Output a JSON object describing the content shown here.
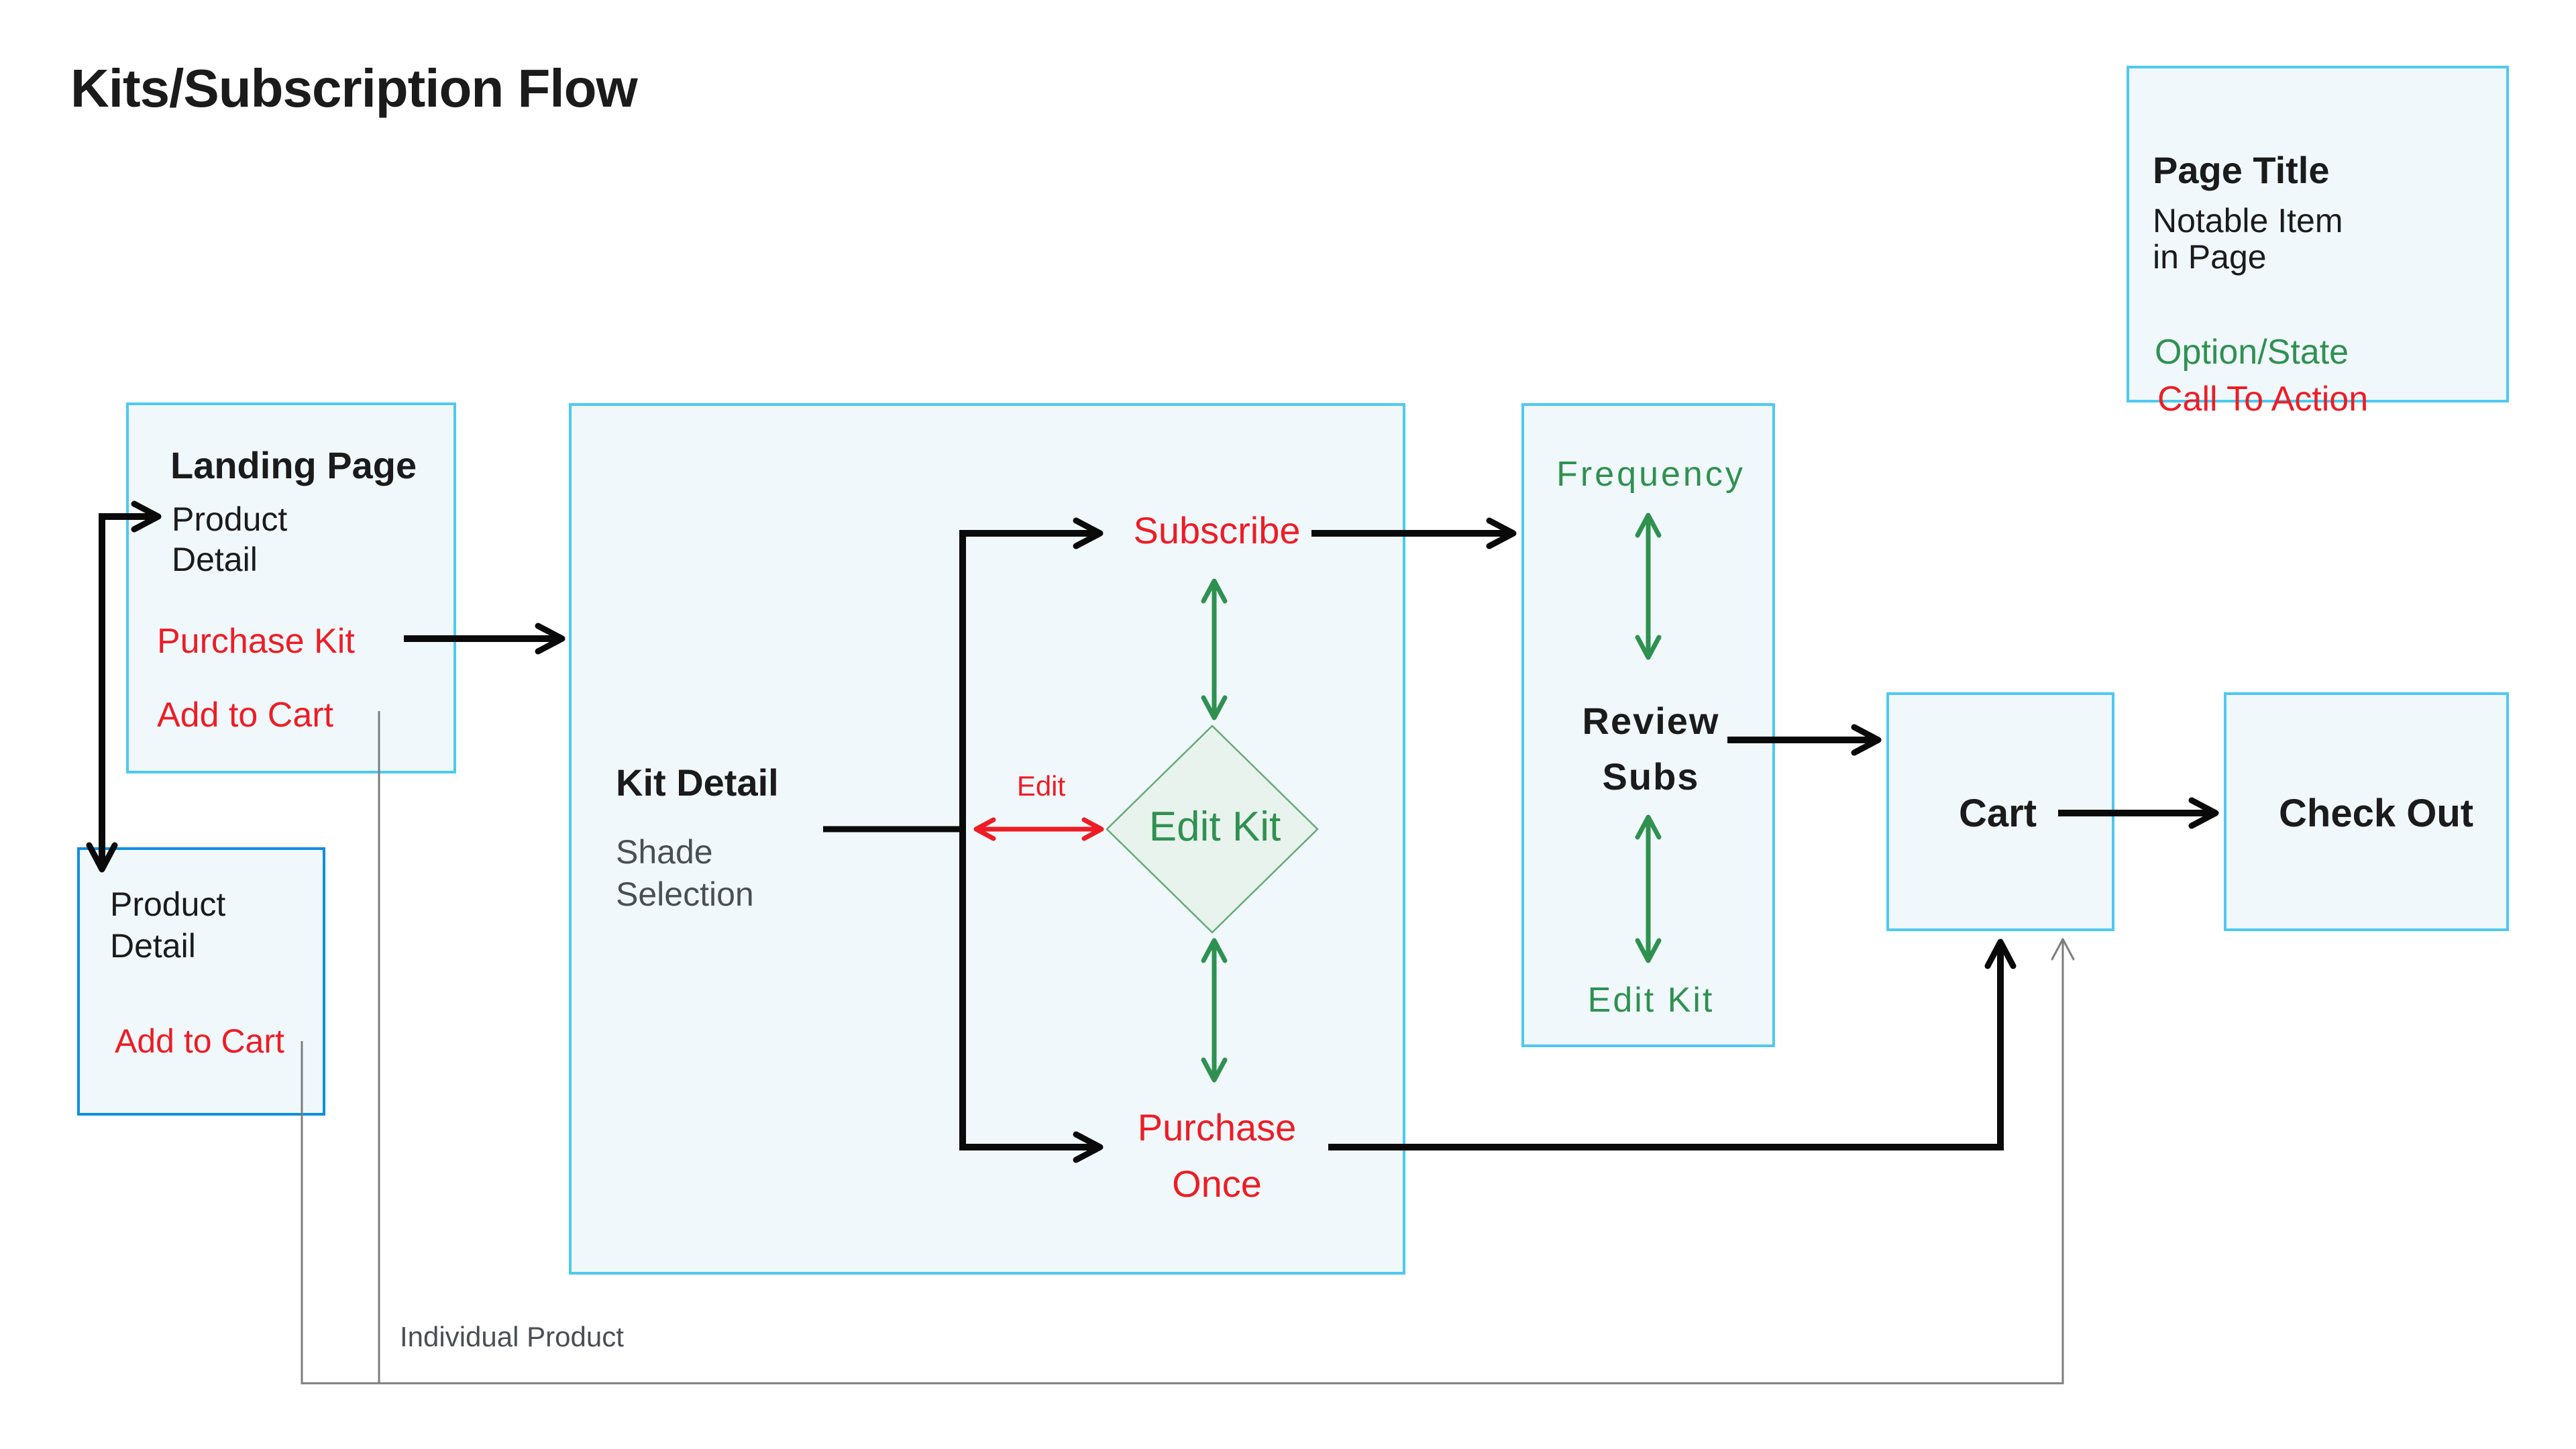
{
  "title": "Kits/Subscription Flow",
  "colors": {
    "cyan": "#4dc9f0",
    "blue": "#0f8ee0",
    "boxbg": "#f1f8fc",
    "green": "#2f9150",
    "red": "#ee1c25",
    "ink": "#1b1b1b",
    "grayline": "#7d7d7d",
    "graytext": "#4a4f54",
    "diamondfill": "#e9f3ee",
    "diamondstroke": "#63ab76",
    "black": "#0a0a0a"
  },
  "legend": {
    "heading": "Page Title",
    "notable_l1": "Notable Item",
    "notable_l2": "in Page",
    "option_state": "Option/State",
    "call_to_action": "Call To Action"
  },
  "nodes": {
    "landing": {
      "title": "Landing Page",
      "detail_l1": "Product",
      "detail_l2": "Detail",
      "purchase_kit": "Purchase Kit",
      "add_to_cart": "Add to Cart"
    },
    "product_detail": {
      "l1": "Product",
      "l2": "Detail",
      "add_to_cart": "Add to Cart"
    },
    "kit_detail": {
      "title": "Kit Detail",
      "shade_l1": "Shade",
      "shade_l2": "Selection",
      "subscribe": "Subscribe",
      "edit_label": "Edit",
      "edit_kit": "Edit Kit",
      "purchase_l1": "Purchase",
      "purchase_l2": "Once"
    },
    "frequency": {
      "title": "Frequency",
      "review_l1": "Review",
      "review_l2": "Subs",
      "edit_kit": "Edit Kit"
    },
    "cart": {
      "title": "Cart"
    },
    "checkout": {
      "title": "Check Out"
    }
  },
  "annotations": {
    "individual_product": "Individual Product"
  }
}
